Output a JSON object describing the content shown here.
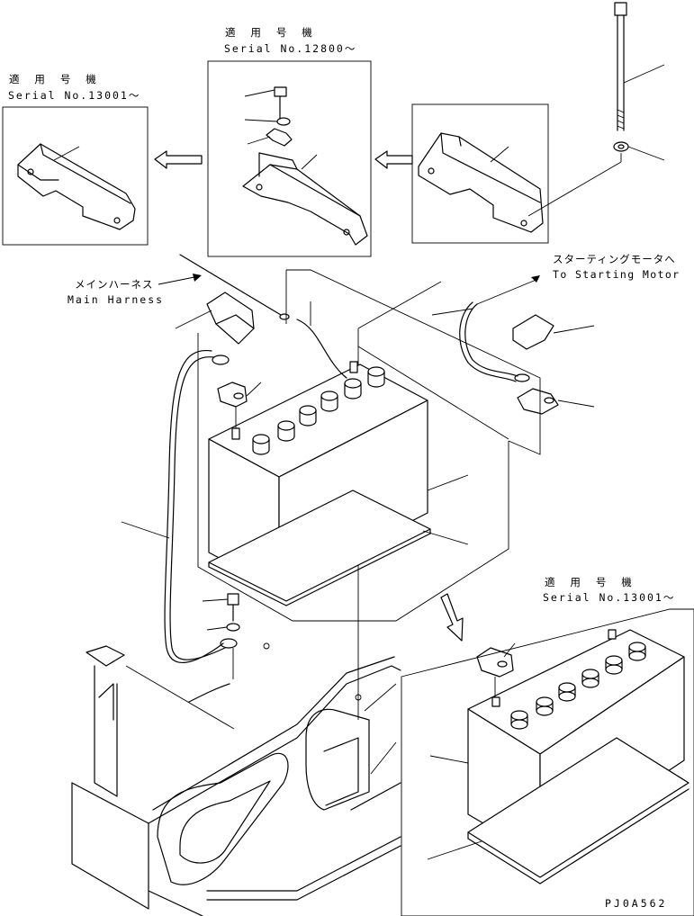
{
  "labels": {
    "inset_top_center_jp": "適 用 号 機",
    "inset_top_center_serial": "Serial No.12800～",
    "inset_top_left_jp": "適 用 号 機",
    "inset_top_left_serial": "Serial No.13001～",
    "starting_motor_jp": "スターティングモータへ",
    "starting_motor_en": "To Starting Motor",
    "main_harness_jp": "メインハーネス",
    "main_harness_en": "Main Harness",
    "inset_bottom_right_jp": "適 用 号 機",
    "inset_bottom_right_serial": "Serial No.13001～",
    "drawing_code": "PJ0A562"
  }
}
